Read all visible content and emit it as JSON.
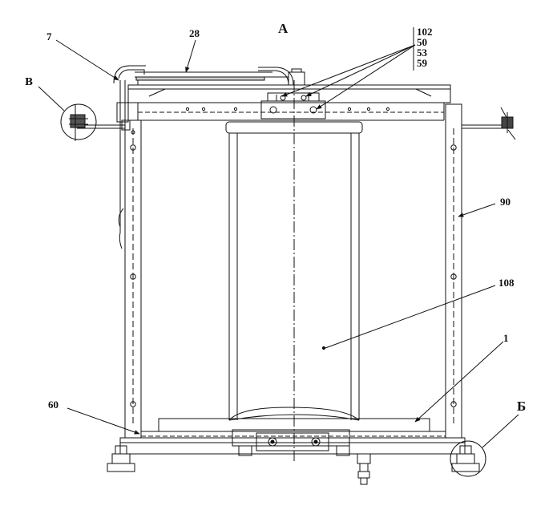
{
  "view_label": "A",
  "detail_labels": {
    "left": "В",
    "right": "Б"
  },
  "callouts": {
    "c7": "7",
    "c28": "28",
    "c90": "90",
    "c108": "108",
    "c1": "1",
    "c60": "60"
  },
  "callout_stack": [
    "102",
    "50",
    "53",
    "59"
  ]
}
